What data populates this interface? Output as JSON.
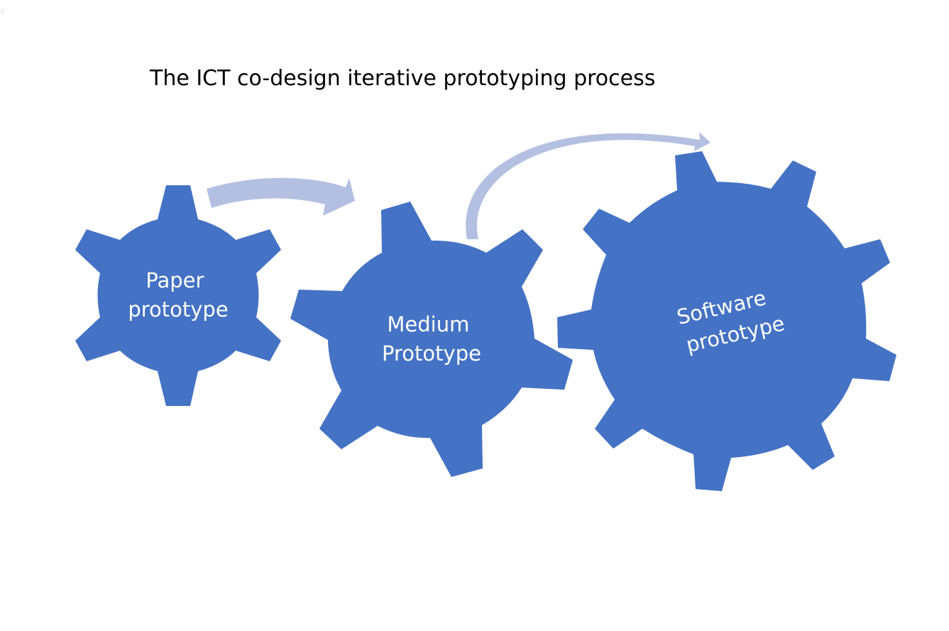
{
  "title": "The ICT co-design iterative prototyping process",
  "corner_mark": "0",
  "colors": {
    "gear_fill": "#4472C4",
    "arrow_fill": "#B4C0E2",
    "label_text": "#FFFFFF",
    "title_text": "#000000"
  },
  "gears": [
    {
      "id": "paper",
      "label_line1": "Paper",
      "label_line2": "prototype"
    },
    {
      "id": "medium",
      "label_line1": "Medium",
      "label_line2": "Prototype"
    },
    {
      "id": "software",
      "label_line1": "Software",
      "label_line2": "prototype"
    }
  ],
  "arrows": [
    {
      "from": "paper",
      "to": "medium",
      "shape": "curved-arrow"
    },
    {
      "from": "medium",
      "to": "software",
      "shape": "curved-arrow"
    }
  ]
}
